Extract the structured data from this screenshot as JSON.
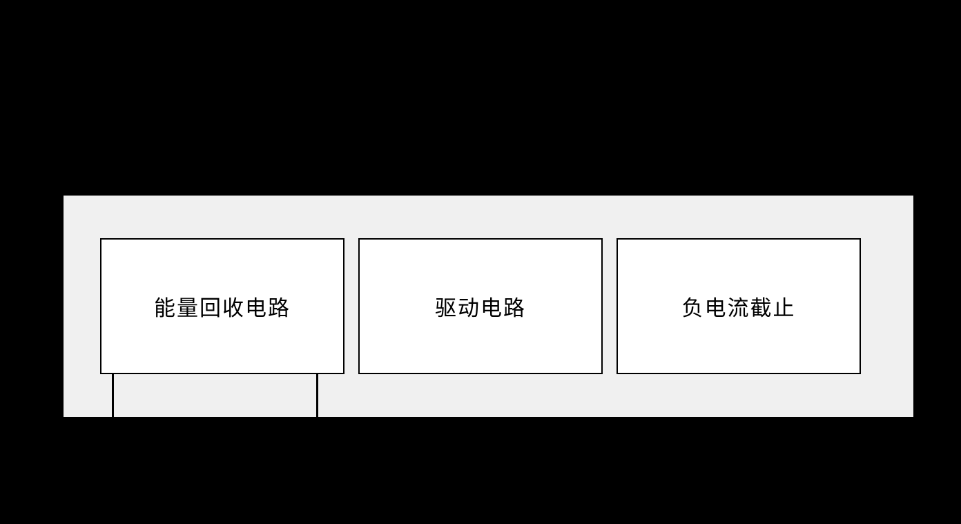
{
  "figure": {
    "background_color": "#000000",
    "panel_color": "#f0f0f0",
    "box_fill_color": "#ffffff",
    "box_border_color": "#000000",
    "text_color": "#000000",
    "blocks": [
      {
        "label": "能量回收电路"
      },
      {
        "label": "驱动电路"
      },
      {
        "label": "负电流截止"
      }
    ]
  }
}
